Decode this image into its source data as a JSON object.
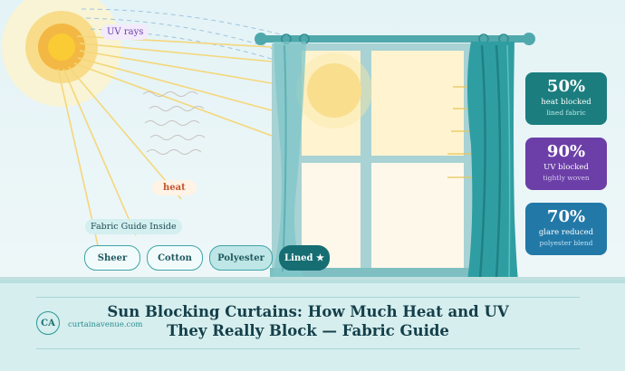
{
  "scene": {
    "uv_label": "UV rays",
    "heat_label": "heat",
    "guide_label": "Fabric Guide Inside"
  },
  "fabrics": [
    {
      "label": "Sheer"
    },
    {
      "label": "Cotton"
    },
    {
      "label": "Polyester"
    },
    {
      "label": "Lined ★"
    }
  ],
  "stats": {
    "heat": {
      "pct": "50%",
      "label": "heat blocked",
      "sub": "lined fabric"
    },
    "uv": {
      "pct": "90%",
      "label": "UV blocked",
      "sub": "tightly woven"
    },
    "glare": {
      "pct": "70%",
      "label": "glare reduced",
      "sub": "polyester blend"
    }
  },
  "footer": {
    "logo_initials": "CA",
    "site": "curtainavenue.com",
    "headline_line1": "Sun Blocking Curtains: How Much Heat and UV",
    "headline_line2": "They Really Block — Fabric Guide"
  },
  "colors": {
    "teal": "#1b7d7e",
    "purple": "#6c3fa8",
    "blue": "#2279a8",
    "sun": "#fbc93a",
    "curtain": "#3aa9ad"
  },
  "icons": {
    "sun": "sun-icon",
    "window": "window-illustration",
    "curtain": "curtain-illustration"
  }
}
